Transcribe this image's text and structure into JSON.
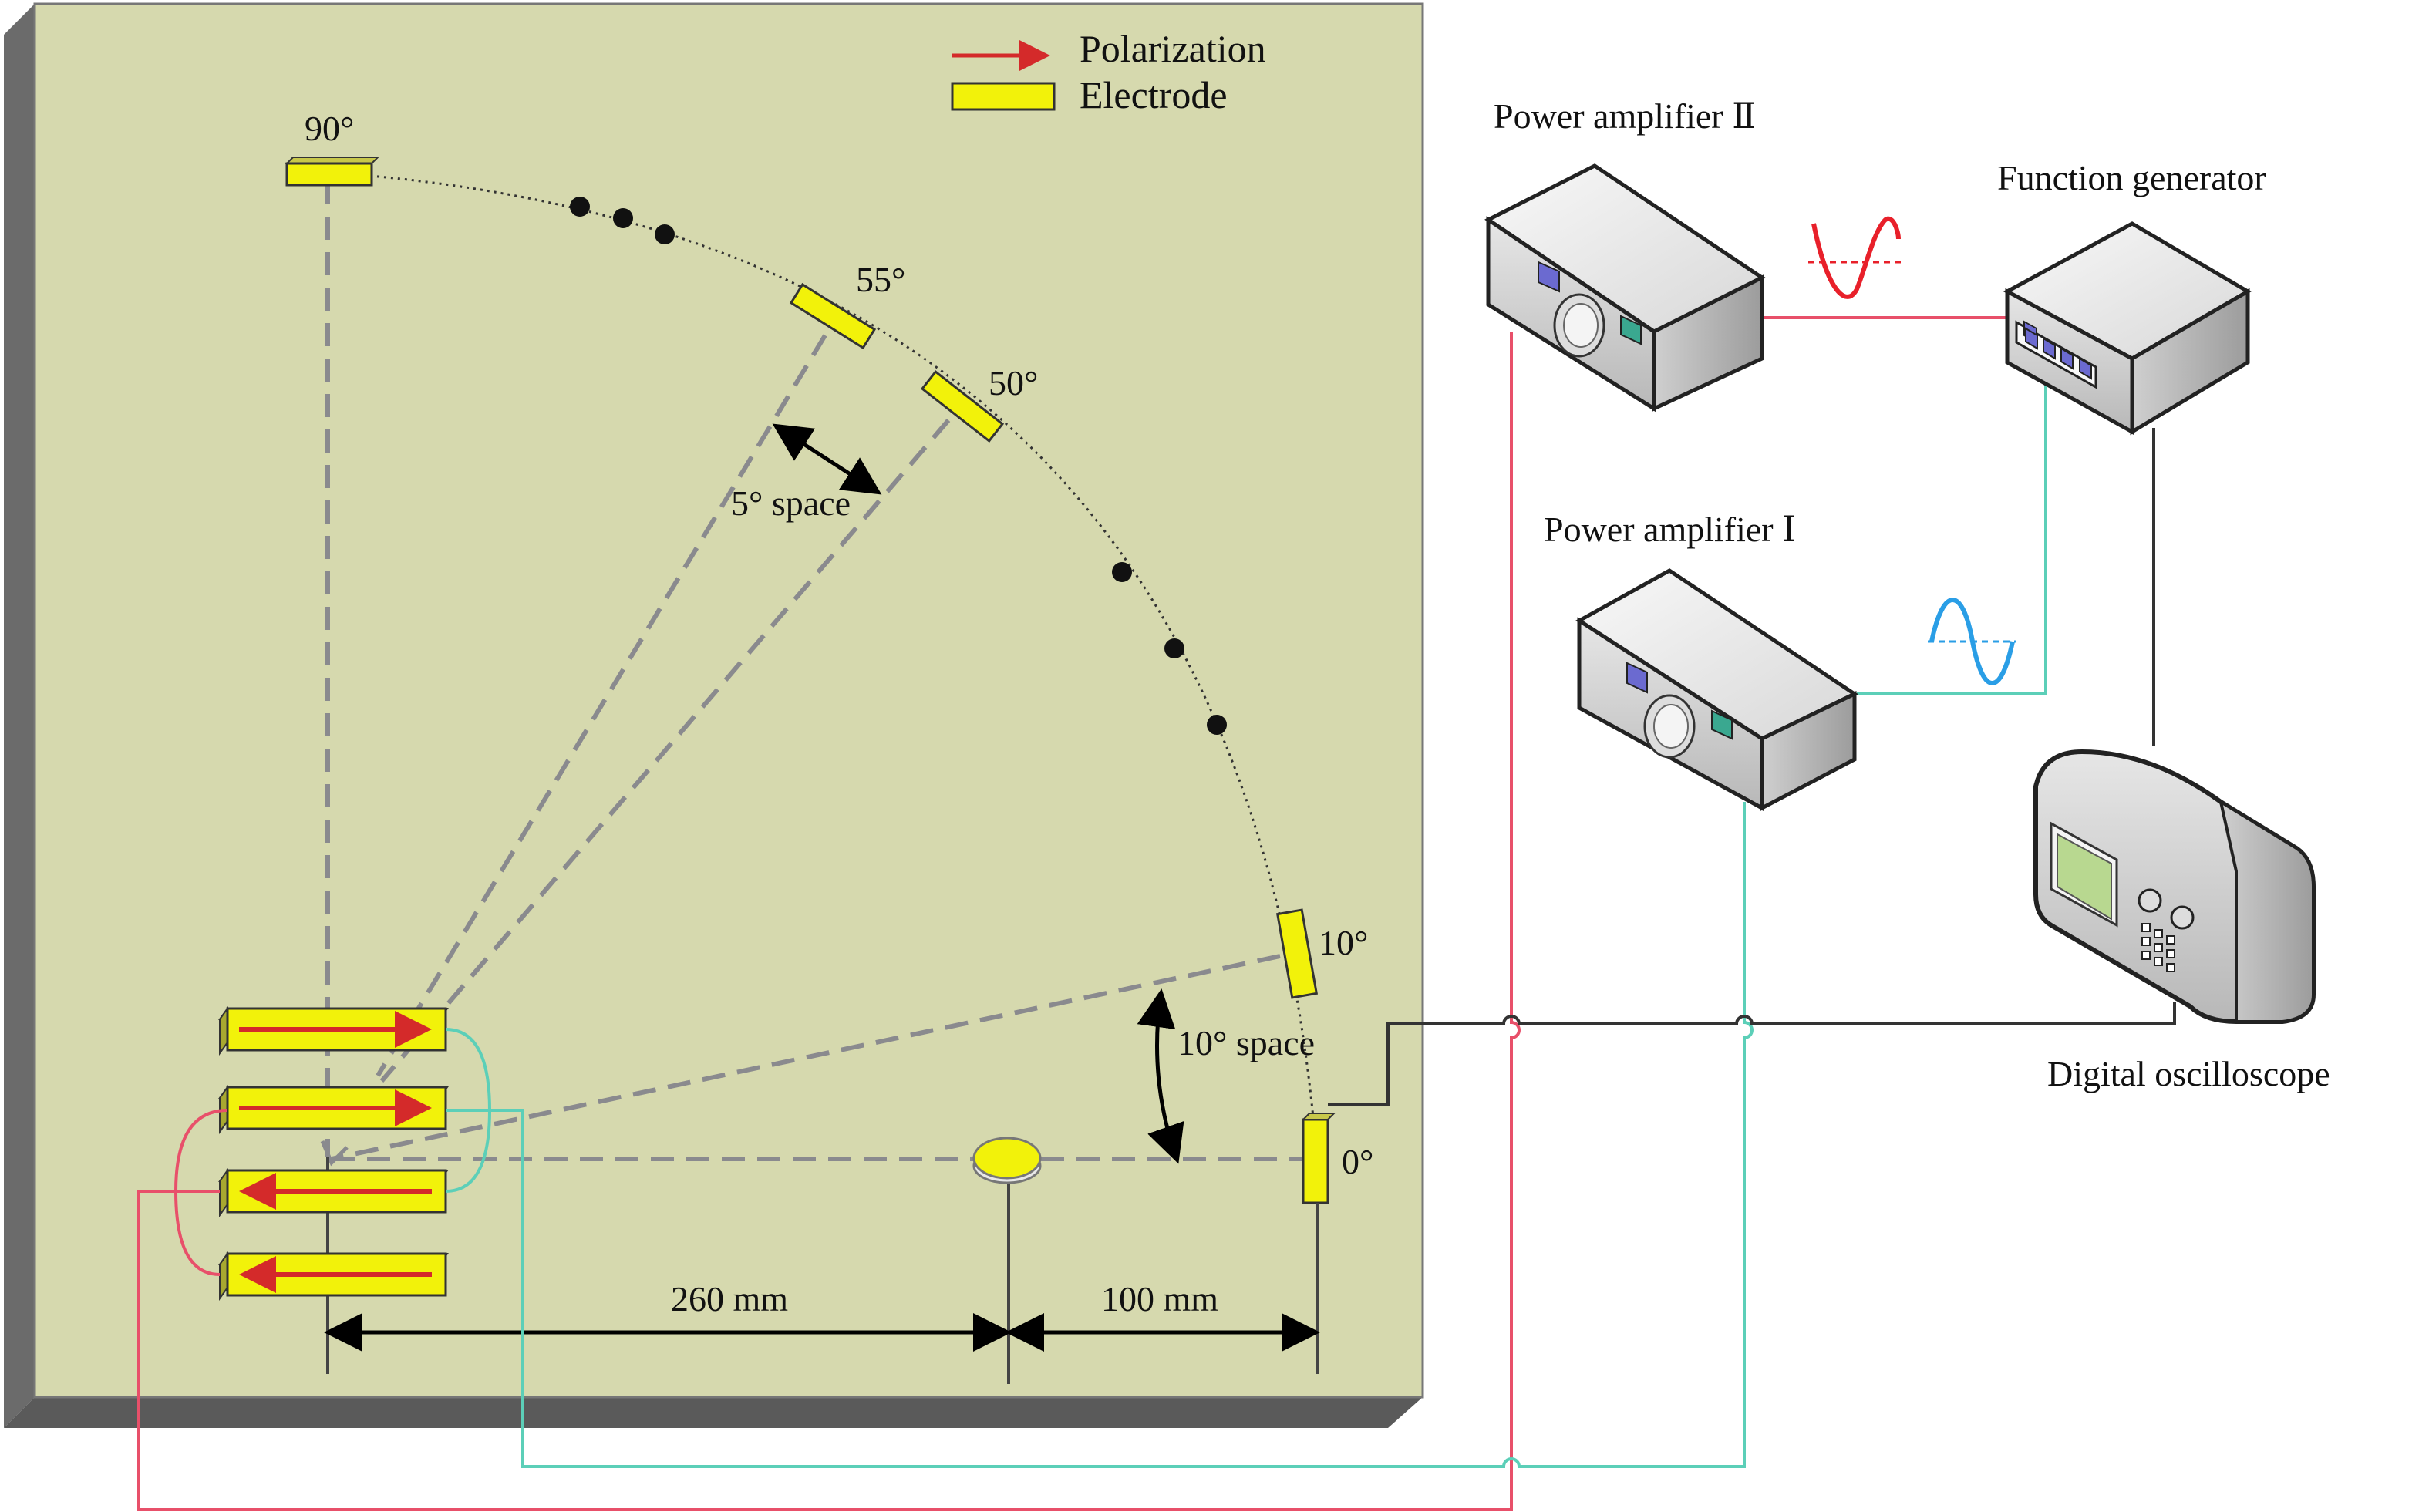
{
  "legend": {
    "polarization": "Polarization",
    "electrode": "Electrode"
  },
  "angles": {
    "a90": "90°",
    "a55": "55°",
    "a50": "50°",
    "a10": "10°",
    "a0": "0°"
  },
  "spacing": {
    "five_deg": "5° space",
    "ten_deg": "10° space"
  },
  "dimensions": {
    "d260": "260 mm",
    "d100": "100 mm"
  },
  "instruments": {
    "amp2": "Power amplifier Ⅱ",
    "amp1": "Power amplifier Ⅰ",
    "func_gen": "Function generator",
    "scope": "Digital oscilloscope"
  },
  "colors": {
    "plate": "#d6d9ae",
    "plate_edge": "#6b6b6b",
    "electrode": "#f2f20a",
    "polarization_arrow": "#e03030",
    "wire_red": "#e8506a",
    "wire_teal": "#5ccfb8",
    "wire_dark": "#333333",
    "signal_red": "#e8202a",
    "signal_blue": "#2a9ee6"
  }
}
